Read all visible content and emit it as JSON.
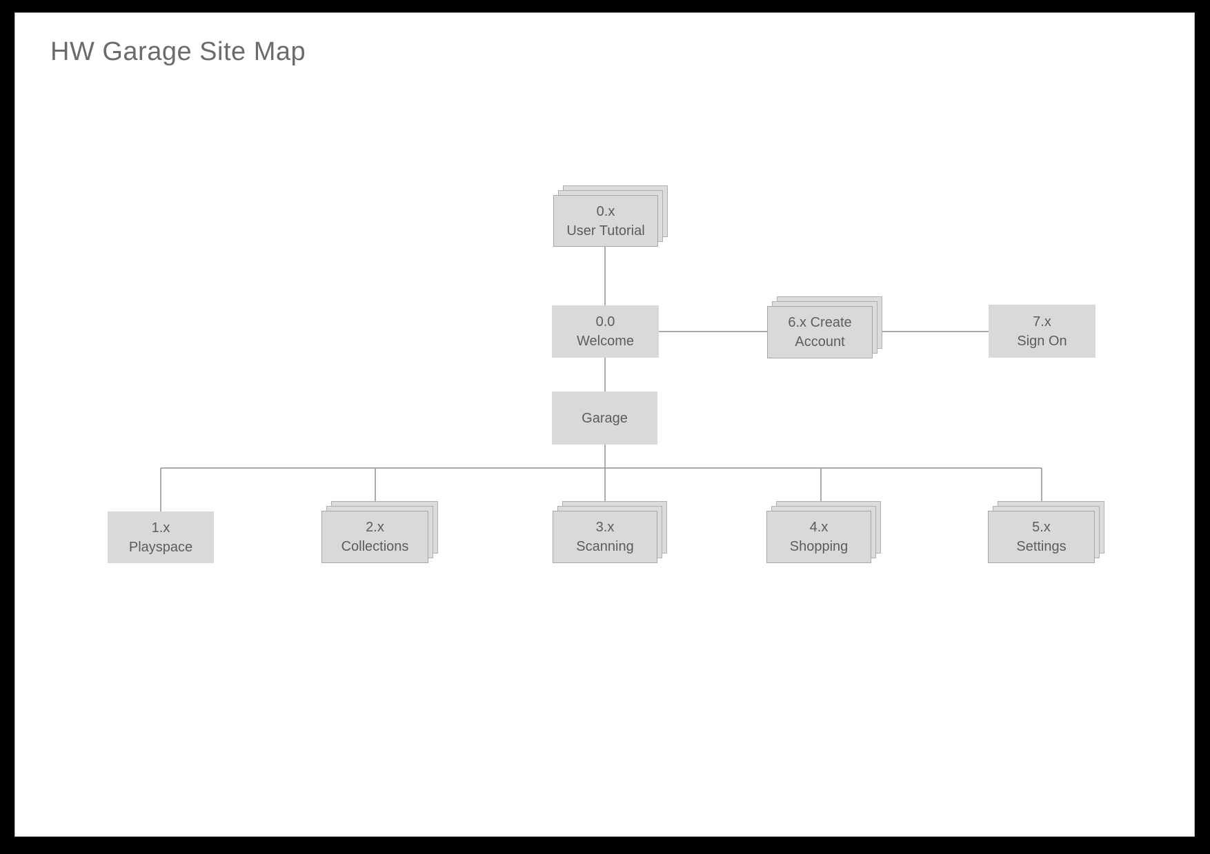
{
  "page": {
    "title": "HW Garage Site Map"
  },
  "diagram": {
    "nodes": [
      {
        "id": "user-tutorial",
        "label": "0.x\nUser Tutorial",
        "stacked": true
      },
      {
        "id": "welcome",
        "label": "0.0\nWelcome",
        "stacked": false
      },
      {
        "id": "create-account",
        "label": "6.x Create\nAccount",
        "stacked": true
      },
      {
        "id": "sign-on",
        "label": "7.x\nSign On",
        "stacked": false
      },
      {
        "id": "garage",
        "label": "Garage",
        "stacked": false
      },
      {
        "id": "playspace",
        "label": "1.x\nPlayspace",
        "stacked": false
      },
      {
        "id": "collections",
        "label": "2.x\nCollections",
        "stacked": true
      },
      {
        "id": "scanning",
        "label": "3.x\nScanning",
        "stacked": true
      },
      {
        "id": "shopping",
        "label": "4.x\nShopping",
        "stacked": true
      },
      {
        "id": "settings",
        "label": "5.x\nSettings",
        "stacked": true
      }
    ],
    "edges": [
      {
        "from": "user-tutorial",
        "to": "welcome"
      },
      {
        "from": "welcome",
        "to": "create-account"
      },
      {
        "from": "create-account",
        "to": "sign-on"
      },
      {
        "from": "welcome",
        "to": "garage"
      },
      {
        "from": "garage",
        "to": "playspace"
      },
      {
        "from": "garage",
        "to": "collections"
      },
      {
        "from": "garage",
        "to": "scanning"
      },
      {
        "from": "garage",
        "to": "shopping"
      },
      {
        "from": "garage",
        "to": "settings"
      }
    ],
    "colors": {
      "frame": "#000000",
      "page": "#ffffff",
      "node_fill": "#d9d9d9",
      "node_border": "#a6a6a6",
      "line": "#8f8f8f",
      "text": "#5c5c5c",
      "title": "#6b6b6b"
    }
  }
}
